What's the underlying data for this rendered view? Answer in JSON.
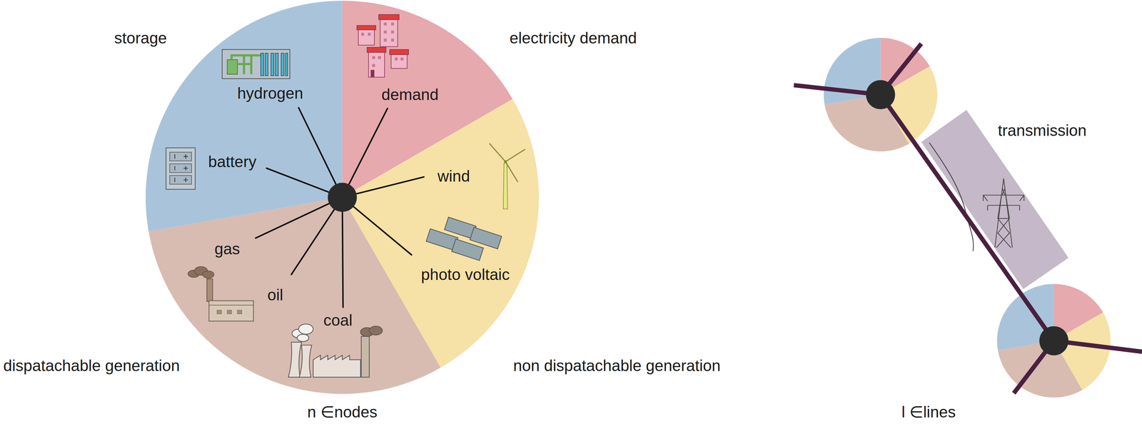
{
  "diagram": {
    "labels": [
      "storage",
      "electricity demand",
      "hydrogen",
      "demand",
      "wind",
      "battery",
      "photo voltaic",
      "gas",
      "oil",
      "coal",
      "dispatachable generation",
      "non dispatachable generation",
      "n ∈nodes",
      "transmission",
      "l ∈lines"
    ]
  }
}
